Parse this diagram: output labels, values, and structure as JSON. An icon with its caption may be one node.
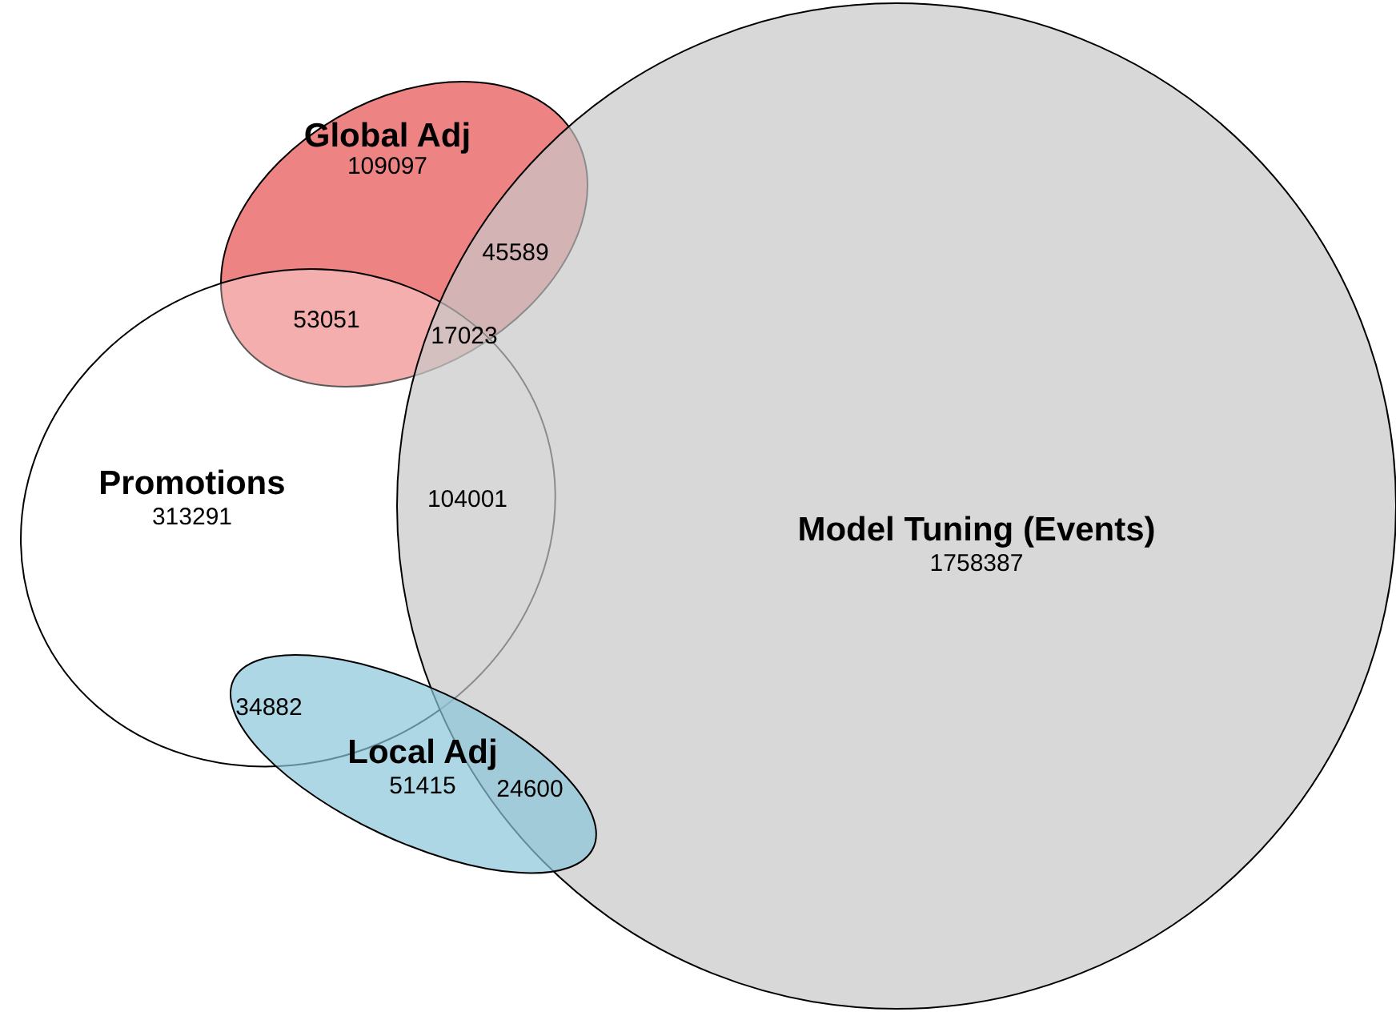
{
  "diagram": {
    "nodes": [
      {
        "text": [
          "Global Adj",
          "109097"
        ]
      },
      {
        "text": [
          "Promotions",
          "313291"
        ]
      },
      {
        "text": [
          "Model Tuning (Events)",
          "1758387"
        ]
      },
      {
        "text": [
          "Local Adj",
          "51415"
        ]
      }
    ],
    "labels": [
      "45589",
      "53051",
      "17023",
      "104001",
      "34882",
      "24600"
    ]
  }
}
